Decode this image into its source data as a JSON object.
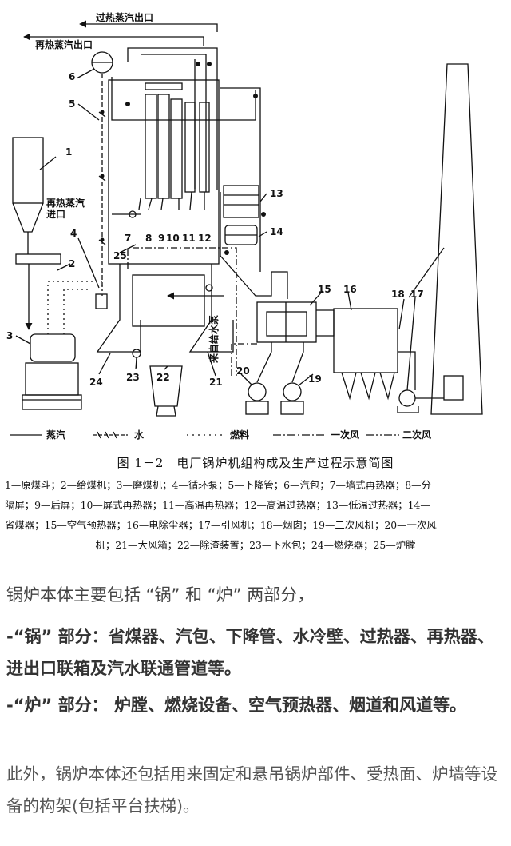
{
  "diagram": {
    "top_labels": {
      "superheated_outlet": "过热蒸汽出口",
      "reheat_outlet": "再热蒸汽出口",
      "reheat_inlet_line1": "再热蒸汽",
      "reheat_inlet_line2": "进口",
      "feedwater": "来自给水泵"
    },
    "numbers": [
      "1",
      "2",
      "3",
      "4",
      "5",
      "6",
      "7",
      "8",
      "9",
      "10",
      "11",
      "12",
      "13",
      "14",
      "15",
      "16",
      "17",
      "18",
      "19",
      "20",
      "21",
      "22",
      "23",
      "24",
      "25"
    ],
    "line_legend": {
      "steam": "蒸汽",
      "water": "水",
      "fuel": "燃料",
      "primary_air": "一次风",
      "secondary_air": "二次风"
    }
  },
  "caption": "图 1－2　电厂锅炉机组构成及生产过程示意简图",
  "legend_lines": [
    "1—原煤斗；2—给煤机；3—磨煤机；4—循环泵；5—下降管；6—汽包；7—墙式再热器；8—分",
    "隔屏；9—后屏；10—屏式再热器；11—高温再热器；12—高温过热器；13—低温过热器；14—",
    "省煤器；15—空气预热器；16—电除尘器；17—引风机；18—烟囱；19—二次风机；20—一次风",
    "机；21—大风箱；22—除渣装置；23—下水包；24—燃烧器；25—炉膛"
  ],
  "text": {
    "p1": "锅炉本体主要包括 “锅” 和 “炉” 两部分，",
    "p2": "-“锅” 部分：省煤器、汽包、下降管、水冷壁、过热器、再热器、进出口联箱及汽水联通管道等。",
    "p3": "-“炉” 部分： 炉膛、燃烧设备、空气预热器、烟道和风道等。",
    "p4": "此外，锅炉本体还包括用来固定和悬吊锅炉部件、受热面、炉墙等设备的构架(包括平台扶梯)。"
  }
}
